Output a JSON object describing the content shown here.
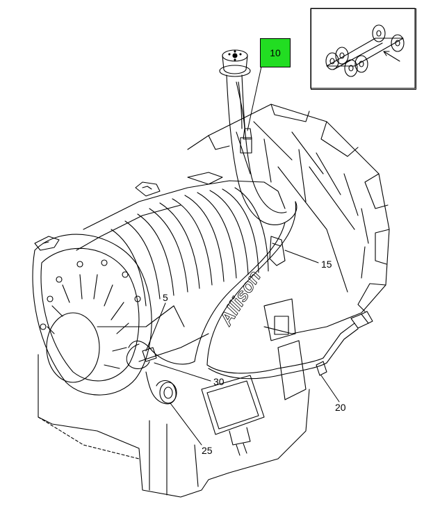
{
  "callouts": {
    "c10": "10",
    "c15": "15",
    "c5": "5",
    "c30": "30",
    "c25": "25",
    "c20": "20"
  },
  "highlight_color": "#22dd22",
  "housing_label": "Allison",
  "icons": [
    "transmission-assembly",
    "wiring-harness",
    "connector",
    "location-arrow",
    "chassis-frame"
  ]
}
